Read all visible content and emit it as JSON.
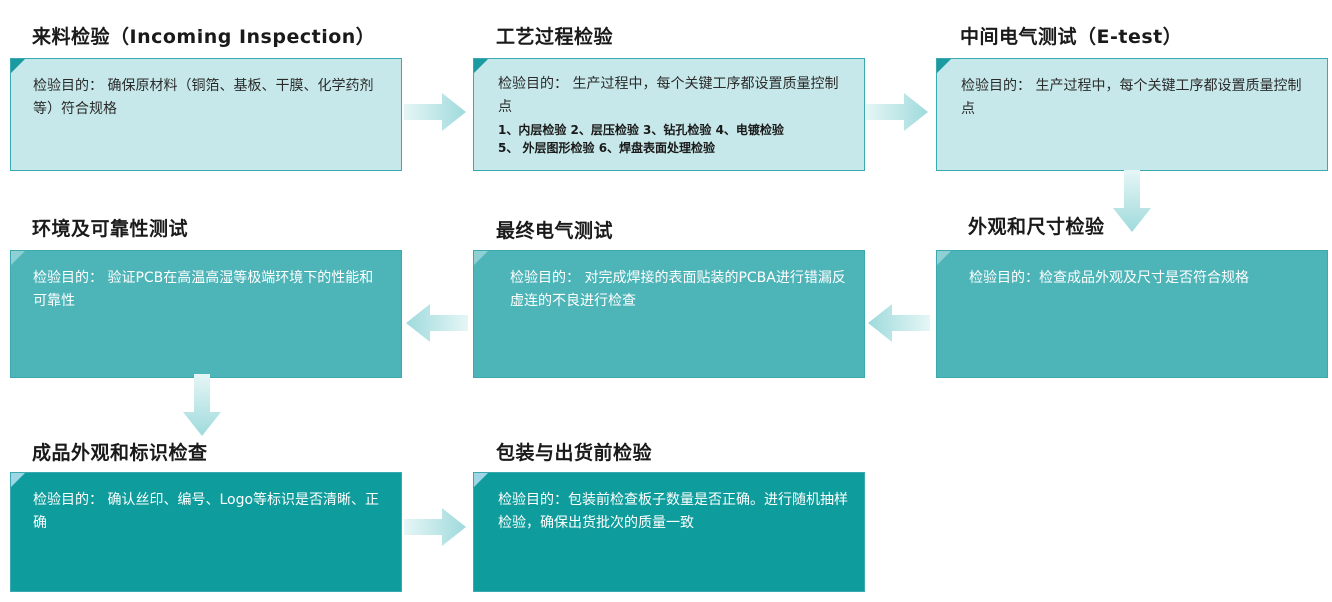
{
  "steps": [
    {
      "title": "来料检验（Incoming Inspection）",
      "text": "检验目的： 确保原材料（铜箔、基板、干膜、化学药剂等）符合规格"
    },
    {
      "title": "工艺过程检验",
      "text": "检验目的： 生产过程中，每个关键工序都设置质量控制点",
      "sub1": "1、内层检验  2、层压检验  3、钻孔检验  4、电镀检验",
      "sub2": "5、 外层图形检验  6、焊盘表面处理检验"
    },
    {
      "title": "中间电气测试（E-test）",
      "text": "检验目的： 生产过程中，每个关键工序都设置质量控制点"
    },
    {
      "title": "外观和尺寸检验",
      "text": "检验目的：检查成品外观及尺寸是否符合规格"
    },
    {
      "title": "最终电气测试",
      "text": "检验目的： 对完成焊接的表面贴装的PCBA进行错漏反虚连的不良进行检查"
    },
    {
      "title": "环境及可靠性测试",
      "text": "检验目的： 验证PCB在高温高湿等极端环境下的性能和可靠性"
    },
    {
      "title": "成品外观和标识检查",
      "text": "检验目的： 确认丝印、编号、Logo等标识是否清晰、正确"
    },
    {
      "title": "包装与出货前检验",
      "text": "检验目的：包装前检查板子数量是否正确。进行随机抽样检验，确保出货批次的质量一致"
    }
  ],
  "colors": {
    "light": "#c7e8ea",
    "mid": "#4db4b8",
    "dark": "#0f9c9c",
    "arrow": "#a9dfe1"
  }
}
